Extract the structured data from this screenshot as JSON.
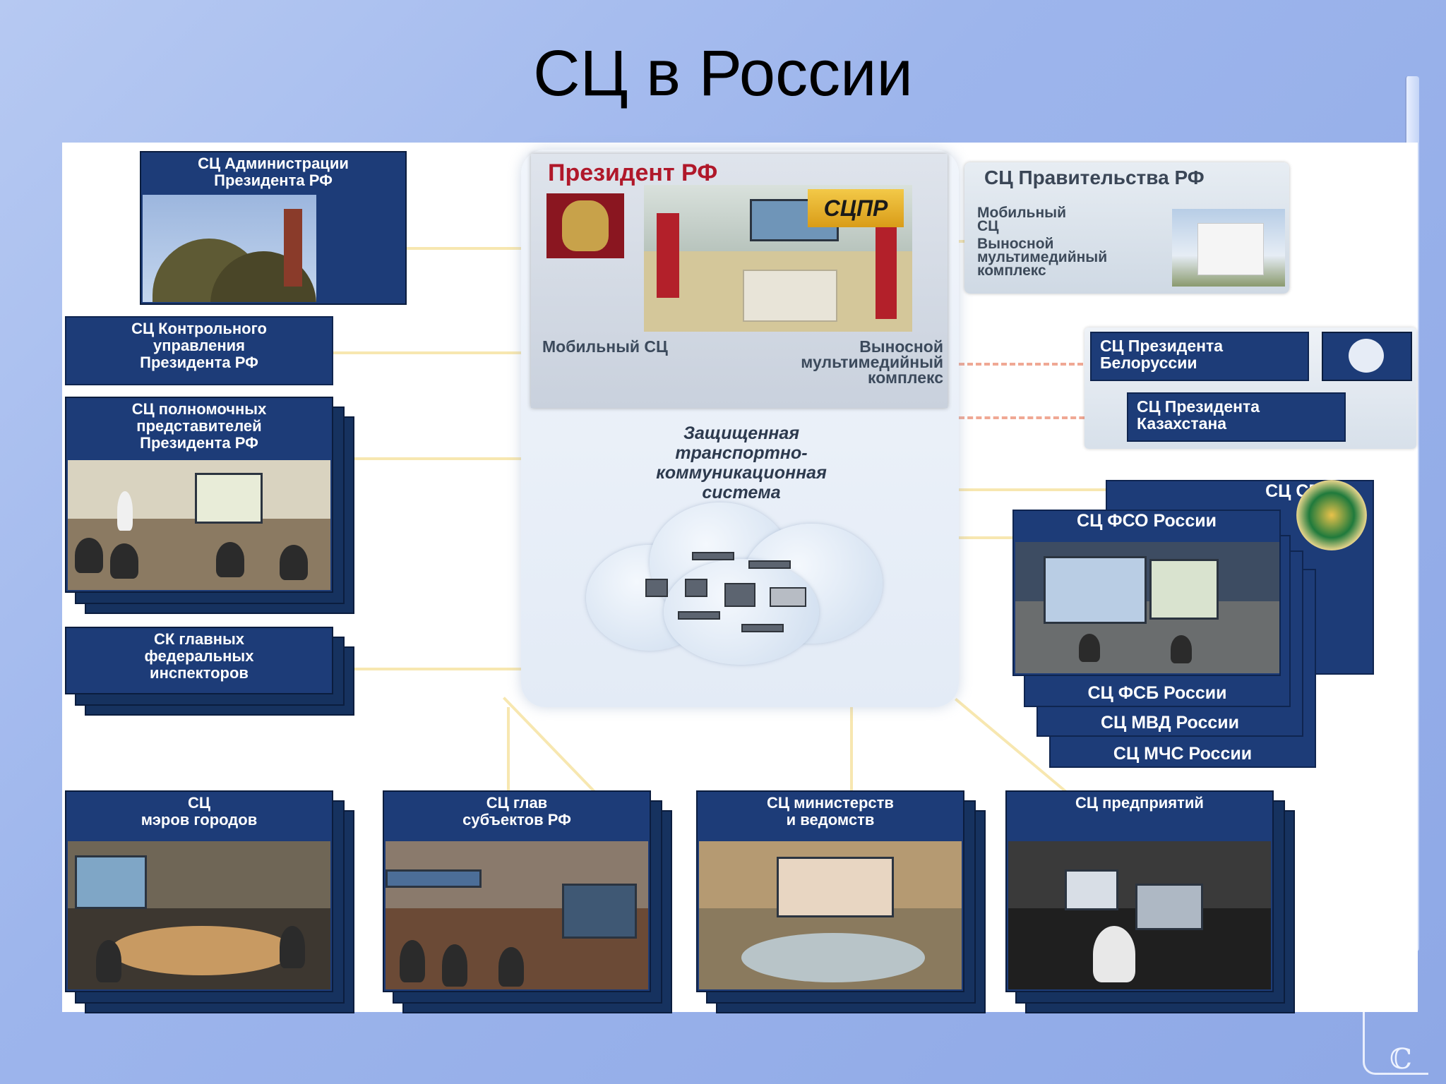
{
  "slide": {
    "title": "СЦ в России"
  },
  "center": {
    "president_title": "Президент РФ",
    "scpr_label": "СЦПР",
    "mobile_caption": "Мобильный СЦ",
    "remote_caption_line1": "Выносной",
    "remote_caption_line2": "мультимедийный",
    "remote_caption_line3": "комплекс",
    "network_line1": "Защищенная",
    "network_line2": "транспортно-",
    "network_line3": "коммуникационная",
    "network_line4": "система"
  },
  "left_column": {
    "admin_line1": "СЦ Администрации",
    "admin_line2": "Президента РФ",
    "control_line1": "СЦ Контрольного",
    "control_line2": "управления",
    "control_line3": "Президента РФ",
    "envoys_line1": "СЦ полномочных",
    "envoys_line2": "представителей",
    "envoys_line3": "Президента РФ",
    "inspectors_line1": "СК главных",
    "inspectors_line2": "федеральных",
    "inspectors_line3": "инспекторов"
  },
  "right_column": {
    "gov_title": "СЦ Правительства РФ",
    "gov_mobile_line1": "Мобильный",
    "gov_mobile_line2": "СЦ",
    "gov_remote_line1": "Выносной",
    "gov_remote_line2": "мультимедийный",
    "gov_remote_line3": "комплекс",
    "belarus_line1": "СЦ  Президента",
    "belarus_line2": "Белоруссии",
    "kazakh_line1": "СЦ Президента",
    "kazakh_line2": "Казахстана",
    "sb": "СЦ СБ РФ",
    "fso": "СЦ ФСО России",
    "fsb": "СЦ ФСБ России",
    "mvd": "СЦ МВД России",
    "mchs": "СЦ МЧС России"
  },
  "bottom_row": {
    "mayors_line1": "СЦ",
    "mayors_line2": "мэров городов",
    "regions_line1": "СЦ глав",
    "regions_line2": "субъектов РФ",
    "ministries_line1": "СЦ министерств",
    "ministries_line2": "и ведомств",
    "enterprises_line1": "СЦ предприятий"
  },
  "colors": {
    "box_blue": "#1d3c78",
    "connector": "#f7e7b0",
    "dashed": "#f0a894",
    "president_red": "#b0182a"
  }
}
